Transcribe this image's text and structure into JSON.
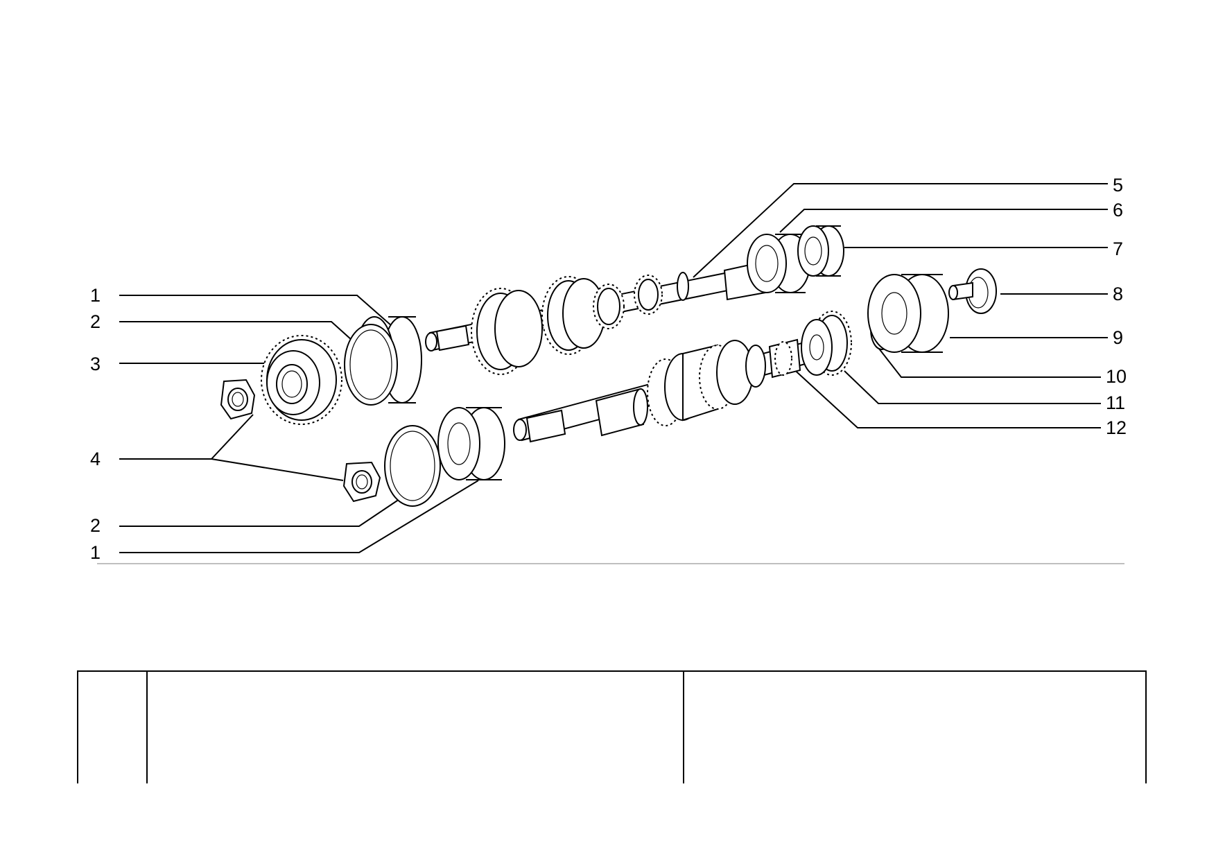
{
  "callouts": {
    "left": [
      "1",
      "2",
      "3",
      "4",
      "2",
      "1"
    ],
    "right": [
      "5",
      "6",
      "7",
      "8",
      "9",
      "10",
      "11",
      "12"
    ]
  },
  "parts": [
    {
      "id": "nut-upper",
      "icon": "hex-nut-icon"
    },
    {
      "id": "gear-3",
      "icon": "spur-gear-icon"
    },
    {
      "id": "snap-ring-upper",
      "icon": "snap-ring-icon"
    },
    {
      "id": "bearing-upper-left",
      "icon": "ball-bearing-icon"
    },
    {
      "id": "primary-shaft",
      "icon": "gear-shaft-icon"
    },
    {
      "id": "bearing-6",
      "icon": "ball-bearing-icon"
    },
    {
      "id": "bearing-7",
      "icon": "ball-bearing-icon"
    },
    {
      "id": "nut-lower",
      "icon": "hex-nut-icon"
    },
    {
      "id": "snap-ring-lower",
      "icon": "snap-ring-icon"
    },
    {
      "id": "bearing-lower-left",
      "icon": "ball-bearing-icon"
    },
    {
      "id": "secondary-shaft",
      "icon": "gear-shaft-icon"
    },
    {
      "id": "pinion-11",
      "icon": "pinion-gear-icon"
    },
    {
      "id": "circlip-10",
      "icon": "circlip-icon"
    },
    {
      "id": "bearing-9",
      "icon": "ball-bearing-icon"
    },
    {
      "id": "bolt-8",
      "icon": "flanged-bolt-icon"
    }
  ],
  "parts_table": {
    "columns": [
      "",
      "",
      ""
    ],
    "rows": []
  }
}
